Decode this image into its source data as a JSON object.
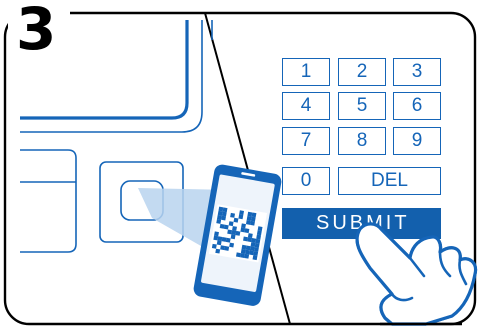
{
  "step": {
    "number": "3"
  },
  "keypad": {
    "keys": [
      {
        "label": "1"
      },
      {
        "label": "2"
      },
      {
        "label": "3"
      },
      {
        "label": "4"
      },
      {
        "label": "5"
      },
      {
        "label": "6"
      },
      {
        "label": "7"
      },
      {
        "label": "8"
      },
      {
        "label": "9"
      },
      {
        "label": "0"
      },
      {
        "label": "DEL"
      }
    ],
    "submit_label": "SUBMIT"
  },
  "colors": {
    "frame": "#000000",
    "accent": "#1565b8",
    "submit_fill": "#1360ad",
    "scan_beam": "#b9d3ef",
    "phone_screen": "#eef4fb"
  },
  "icons": [
    "pointing-hand-icon",
    "qr-code-icon",
    "smartphone-icon",
    "scanner-icon"
  ]
}
